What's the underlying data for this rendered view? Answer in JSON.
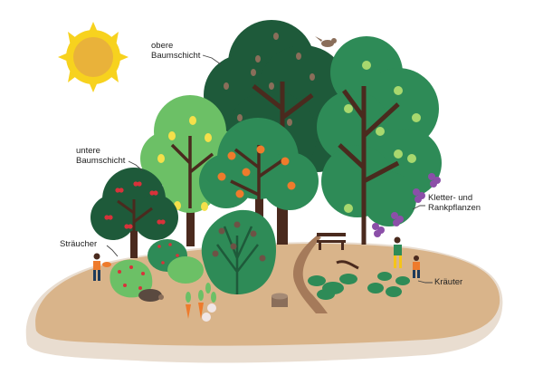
{
  "labels": {
    "upper_canopy": {
      "line1": "obere",
      "line2": "Baumschicht"
    },
    "lower_canopy": {
      "line1": "untere",
      "line2": "Baumschicht"
    },
    "climbers": {
      "line1": "Kletter- und",
      "line2": "Rankpflanzen"
    },
    "shrubs": {
      "line1": "Sträucher"
    },
    "herbs": {
      "line1": "Kräuter"
    }
  },
  "colors": {
    "ground": "#D9B48A",
    "ground_shadow": "#E7D6C6",
    "sun": "#F7D21E",
    "sun_core": "#E9B23A",
    "tree_dark": "#1E5A3A",
    "tree_mid": "#2E8B57",
    "tree_light": "#6CC066",
    "trunk": "#4A2A1E",
    "fruit_orange": "#EE7B2C",
    "fruit_pear": "#F5E04A",
    "fruit_cherry": "#D8323A",
    "grape": "#8B4FA8",
    "line": "#444444"
  }
}
